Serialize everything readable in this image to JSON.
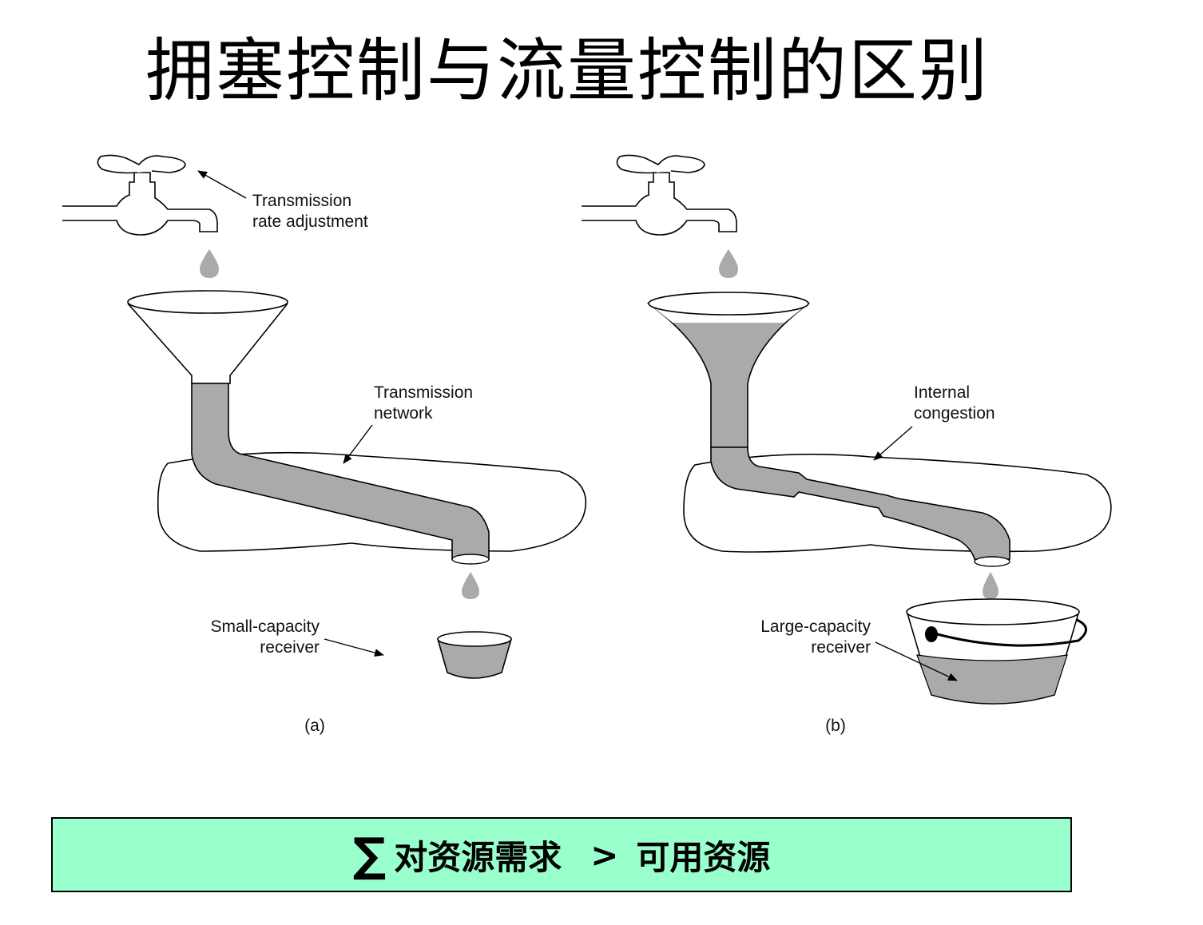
{
  "title": "拥塞控制与流量控制的区别",
  "panel_a": {
    "label_tap": [
      "Transmission",
      "rate adjustment"
    ],
    "label_network": [
      "Transmission",
      "network"
    ],
    "label_receiver": [
      "Small-capacity",
      "receiver"
    ],
    "caption": "(a)"
  },
  "panel_b": {
    "label_network": [
      "Internal",
      "congestion"
    ],
    "label_receiver": [
      "Large-capacity",
      "receiver"
    ],
    "caption": "(b)"
  },
  "summary": {
    "sigma": "∑",
    "left": "对资源需求",
    "op": ">",
    "right": "可用资源"
  },
  "colors": {
    "water": "#aaaaaa",
    "box_background": "#99ffcc"
  }
}
